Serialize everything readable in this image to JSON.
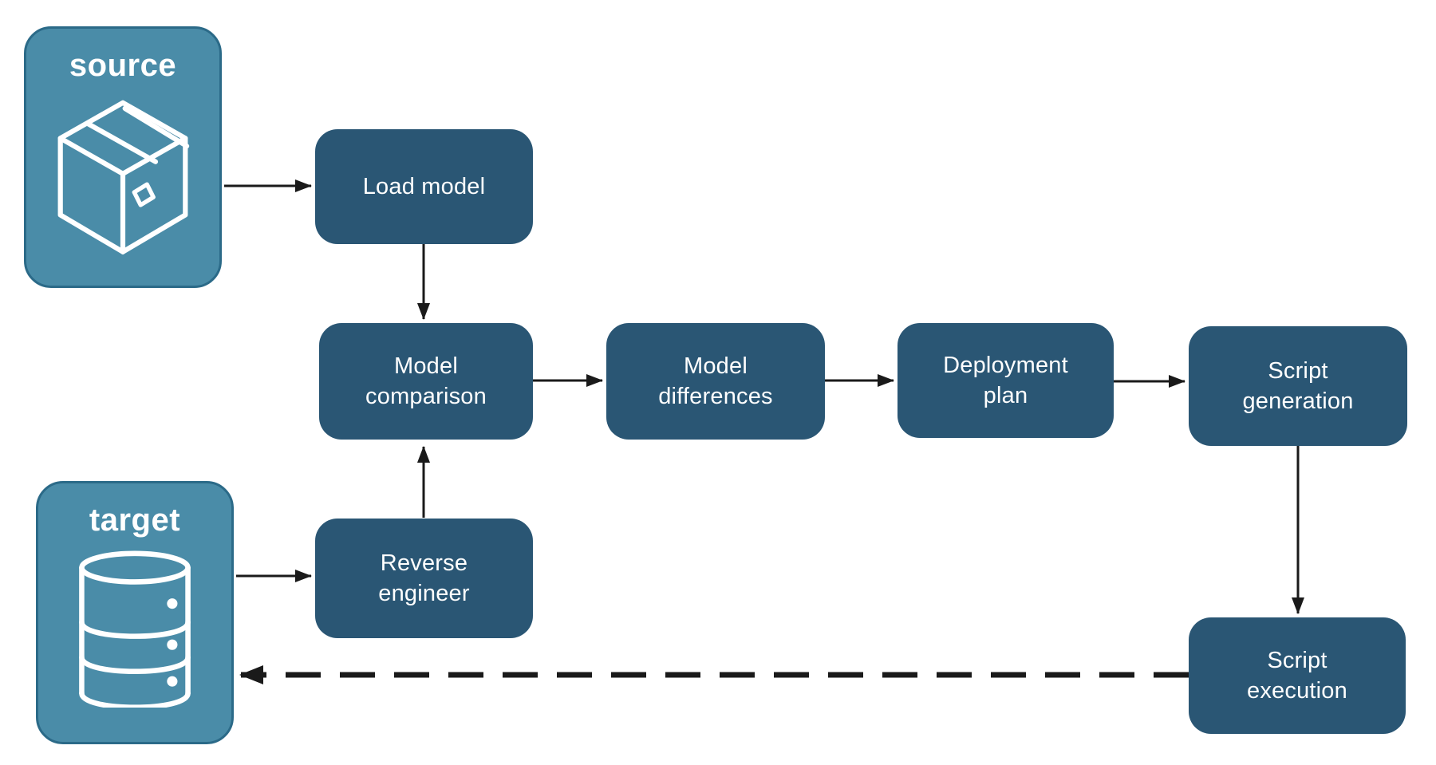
{
  "diagram": {
    "colors": {
      "node_fill": "#2A5674",
      "endpoint_fill": "#4A8CA8",
      "endpoint_border": "#2B6A88",
      "label_text": "#FFFFFF",
      "arrow": "#1A1A1A",
      "background": "#FFFFFF"
    },
    "endpoints": {
      "source": {
        "label": "source",
        "icon": "package-icon"
      },
      "target": {
        "label": "target",
        "icon": "database-icon"
      }
    },
    "nodes": [
      {
        "id": "load-model",
        "label": "Load model"
      },
      {
        "id": "model-comparison",
        "label": "Model\ncomparison"
      },
      {
        "id": "model-differences",
        "label": "Model\ndifferences"
      },
      {
        "id": "deployment-plan",
        "label": "Deployment\nplan"
      },
      {
        "id": "script-generation",
        "label": "Script\ngeneration"
      },
      {
        "id": "reverse-engineer",
        "label": "Reverse\nengineer"
      },
      {
        "id": "script-execution",
        "label": "Script\nexecution"
      }
    ],
    "edges": [
      {
        "from": "source",
        "to": "load-model",
        "style": "solid"
      },
      {
        "from": "load-model",
        "to": "model-comparison",
        "style": "solid"
      },
      {
        "from": "model-comparison",
        "to": "model-differences",
        "style": "solid"
      },
      {
        "from": "model-differences",
        "to": "deployment-plan",
        "style": "solid"
      },
      {
        "from": "deployment-plan",
        "to": "script-generation",
        "style": "solid"
      },
      {
        "from": "script-generation",
        "to": "script-execution",
        "style": "solid"
      },
      {
        "from": "target",
        "to": "reverse-engineer",
        "style": "solid"
      },
      {
        "from": "reverse-engineer",
        "to": "model-comparison",
        "style": "solid"
      },
      {
        "from": "script-execution",
        "to": "target",
        "style": "dashed"
      }
    ]
  }
}
